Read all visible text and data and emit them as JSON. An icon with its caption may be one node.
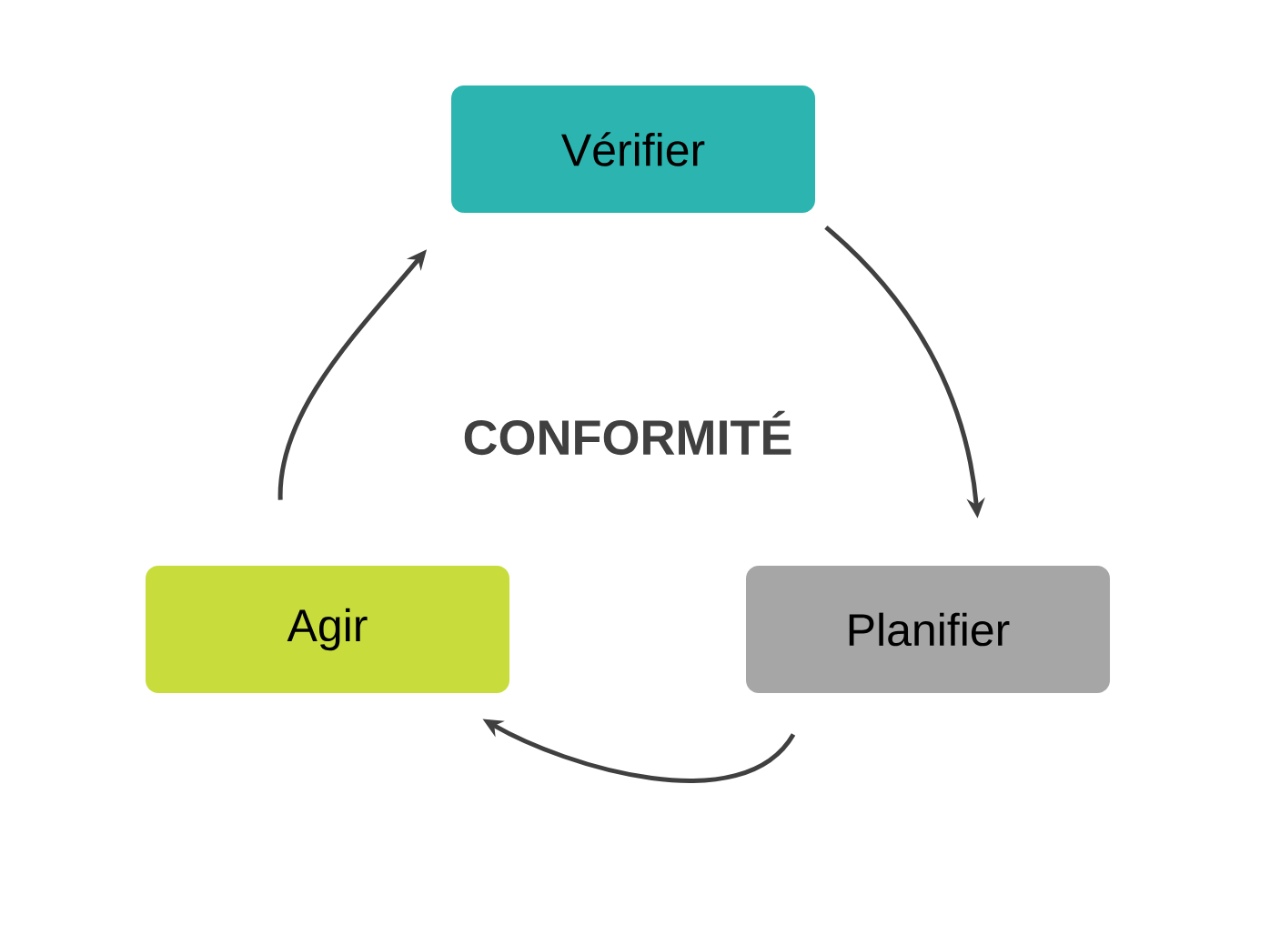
{
  "diagram": {
    "title": "CONFORMITÉ",
    "nodes": [
      {
        "text": [
          "Vérifier"
        ]
      },
      {
        "text": [
          "Planifier"
        ]
      },
      {
        "text": [
          "Agir"
        ]
      }
    ],
    "edges": [
      {
        "from": 0,
        "to": 1,
        "arrow": "to"
      },
      {
        "from": 1,
        "to": 2,
        "arrow": "to"
      },
      {
        "from": 2,
        "to": 0,
        "arrow": "to"
      }
    ]
  }
}
